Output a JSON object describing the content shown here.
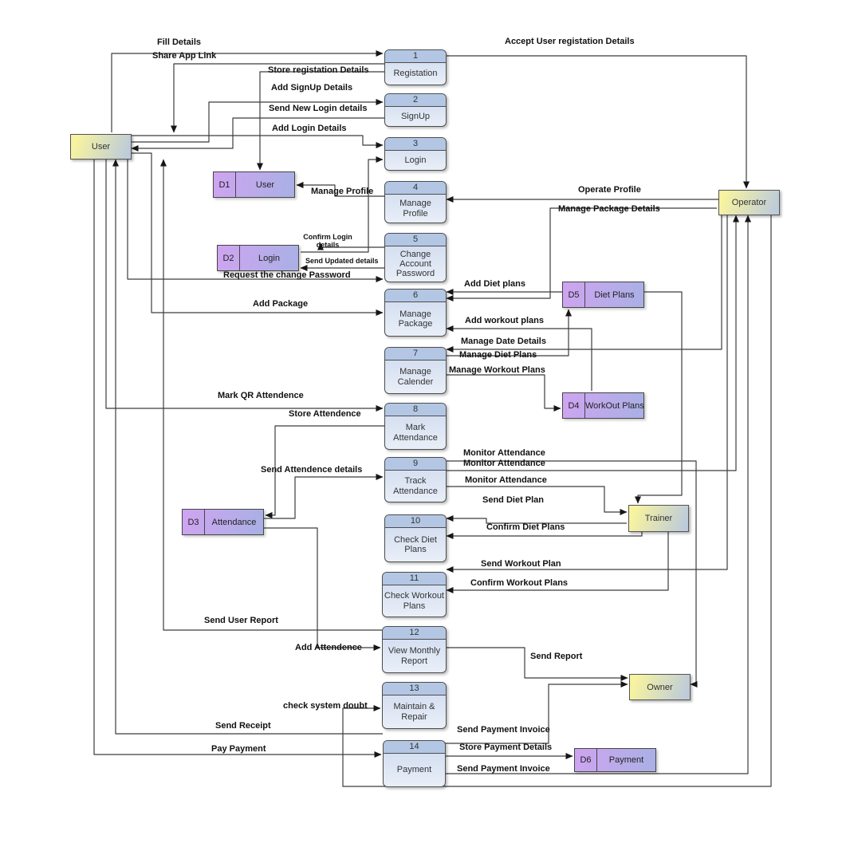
{
  "diagram": {
    "entities": {
      "user": "User",
      "operator": "Operator",
      "trainer": "Trainer",
      "owner": "Owner"
    },
    "processes": [
      {
        "num": "1",
        "label": "Registation"
      },
      {
        "num": "2",
        "label": "SignUp"
      },
      {
        "num": "3",
        "label": "Login"
      },
      {
        "num": "4",
        "label": "Manage Profile"
      },
      {
        "num": "5",
        "label": "Change Account Password"
      },
      {
        "num": "6",
        "label": "Manage Package"
      },
      {
        "num": "7",
        "label": "Manage Calender"
      },
      {
        "num": "8",
        "label": "Mark Attendance"
      },
      {
        "num": "9",
        "label": "Track Attendance"
      },
      {
        "num": "10",
        "label": "Check Diet Plans"
      },
      {
        "num": "11",
        "label": "Check Workout Plans"
      },
      {
        "num": "12",
        "label": "View Monthly Report"
      },
      {
        "num": "13",
        "label": "Maintain & Repair"
      },
      {
        "num": "14",
        "label": "Payment"
      }
    ],
    "datastores": [
      {
        "id": "D1",
        "label": "User"
      },
      {
        "id": "D2",
        "label": "Login"
      },
      {
        "id": "D3",
        "label": "Attendance"
      },
      {
        "id": "D4",
        "label": "WorkOut Plans"
      },
      {
        "id": "D5",
        "label": "Diet Plans"
      },
      {
        "id": "D6",
        "label": "Payment"
      }
    ],
    "flows": [
      "Fill Details",
      "Accept User registation Details",
      "Share App Link",
      "Store registation Details",
      "Add SignUp Details",
      "Send New Login details",
      "Add Login Details",
      "Manage Profile",
      "Operate Profile",
      "Manage Package Details",
      "Confirm Login details",
      "Send Updated details",
      "Request the change Password",
      "Add Diet plans",
      "Add Package",
      "Add workout plans",
      "Manage Date Details",
      "Manage Diet Plans",
      "Manage Workout Plans",
      "Mark QR Attendence",
      "Store Attendence",
      "Send Attendence details",
      "Monitor Attendance",
      "Monitor Attendance",
      "Monitor Attendance",
      "Send Diet Plan",
      "Confirm Diet Plans",
      "Send Workout Plan",
      "Confirm Workout Plans",
      "Send User Report",
      "Add Attendence",
      "Send Report",
      "check system doubt",
      "Send Receipt",
      "Send Payment Invoice",
      "Pay Payment",
      "Store Payment Details",
      "Send Payment Invoice"
    ],
    "colors": {
      "process_header": "#b3c7e4",
      "process_body": "#d9e4f3",
      "entity_gradient_start": "#f7f3a0",
      "entity_gradient_end": "#bccadb",
      "store_gradient_start": "#cfa4f1",
      "store_gradient_end": "#a9b0e4",
      "line": "#3c3c3c"
    }
  }
}
